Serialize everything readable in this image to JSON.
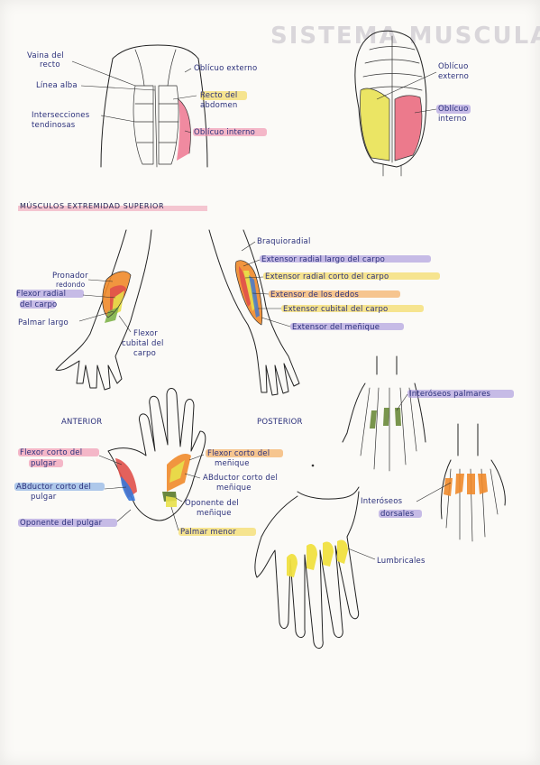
{
  "page_title": "SISTEMA MUSCULAR",
  "abdomen_front": {
    "labels": [
      "Vaina del recto",
      "Línea alba",
      "Intersecciones tendinosas",
      "Oblícuo externo",
      "Recto del abdomen",
      "Oblícuo interno"
    ]
  },
  "abdomen_side": {
    "labels": [
      "Oblícuo externo",
      "Oblícuo interno"
    ]
  },
  "section_upper": {
    "heading": "MÚSCULOS EXTREMIDAD SUPERIOR"
  },
  "forearm_anterior": {
    "caption": "ANTERIOR",
    "labels": [
      "Pronador redondo",
      "Flexor radial del carpo",
      "Palmar largo",
      "Flexor cubital del carpo"
    ]
  },
  "forearm_posterior": {
    "caption": "POSTERIOR",
    "labels": [
      "Braquioradial",
      "Extensor radial largo del carpo",
      "Extensor radial corto del carpo",
      "Extensor de los dedos",
      "Extensor cubital del carpo",
      "Extensor del meñique"
    ]
  },
  "hand_palm": {
    "labels": [
      "Flexor corto del pulgar",
      "ABductor corto del pulgar",
      "Oponente del pulgar",
      "Flexor corto del meñique",
      "ABductor corto del meñique",
      "Oponente del meñique",
      "Palmar menor"
    ]
  },
  "hand_interossei": {
    "labels": [
      "Interóseos palmares",
      "Interóseos dorsales"
    ]
  },
  "hand_lumbricals": {
    "labels": [
      "Lumbricales"
    ]
  },
  "colors": {
    "ink": "#222222",
    "label_ink": "#2a2f7a",
    "highlight_purple": "#9b86d8",
    "highlight_yellow": "#f3d54a",
    "highlight_orange": "#f4a24a",
    "highlight_pink": "#f08aa8",
    "muscle_red": "#e0504a",
    "muscle_yellow": "#e8e04a",
    "muscle_orange": "#f08a2a",
    "muscle_blue": "#3a78d8",
    "muscle_green": "#5a7a2a"
  }
}
